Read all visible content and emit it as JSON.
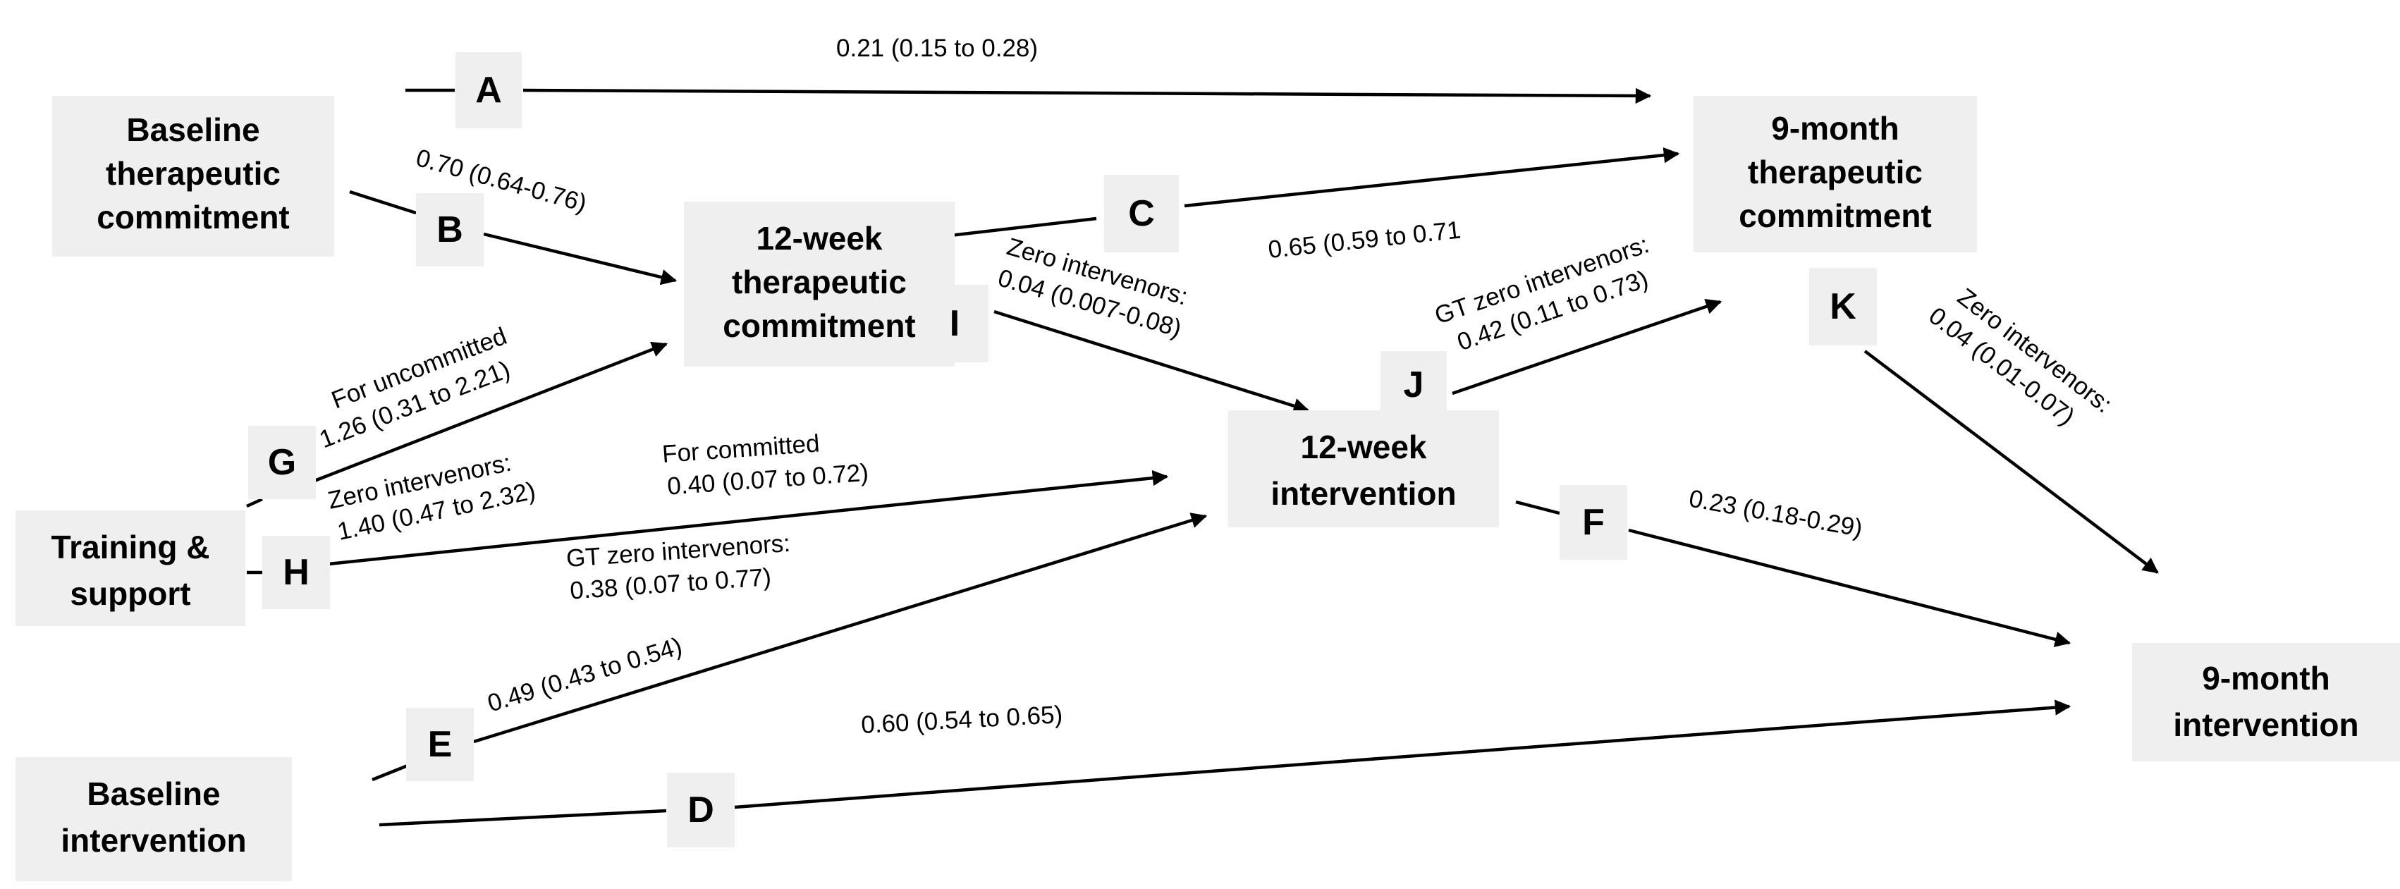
{
  "nodes": {
    "baseline_commitment": [
      "Baseline",
      "therapeutic",
      "commitment"
    ],
    "week12_commitment": [
      "12-week",
      "therapeutic",
      "commitment"
    ],
    "month9_commitment": [
      "9-month",
      "therapeutic",
      "commitment"
    ],
    "training_support": [
      "Training &",
      "support"
    ],
    "week12_intervention": [
      "12-week",
      "intervention"
    ],
    "baseline_intervention": [
      "Baseline",
      "intervention"
    ],
    "month9_intervention": [
      "9-month",
      "intervention"
    ]
  },
  "paths": {
    "A": "A",
    "B": "B",
    "C": "C",
    "D": "D",
    "E": "E",
    "F": "F",
    "G": "G",
    "H": "H",
    "I": "I",
    "J": "J",
    "K": "K"
  },
  "coefficients": {
    "A": "0.21 (0.15 to 0.28)",
    "B": "0.70 (0.64-0.76)",
    "C": "0.65 (0.59 to 0.71",
    "D": "0.60 (0.54 to 0.65)",
    "E": "0.49 (0.43 to 0.54)",
    "F": "0.23 (0.18-0.29)",
    "G_line1": "For uncommitted",
    "G_line2": "1.26 (0.31 to 2.21)",
    "H_line1": "Zero intervenors:",
    "H_line2": "1.40 (0.47 to 2.32)",
    "H2_line1": "For committed",
    "H2_line2": "0.40 (0.07 to 0.72)",
    "H3_line1": "GT zero intervenors:",
    "H3_line2": "0.38 (0.07 to 0.77)",
    "I_line1": "Zero intervenors:",
    "I_line2": "0.04 (0.007-0.08)",
    "J_line1": "GT zero intervenors:",
    "J_line2": "0.42 (0.11 to 0.73)",
    "K_line1": "Zero intervenors:",
    "K_line2": "0.04 (0.01-0.07)"
  }
}
